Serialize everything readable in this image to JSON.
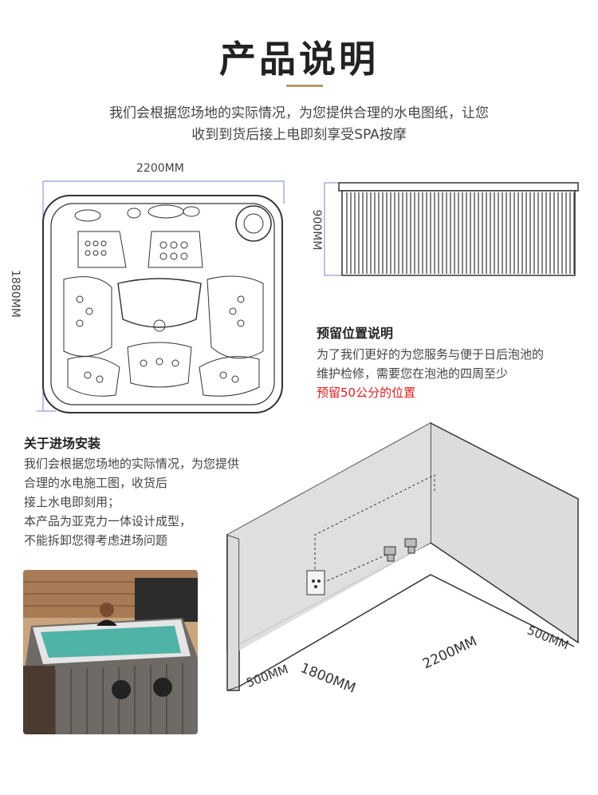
{
  "header": {
    "title": "产品说明",
    "intro_line1": "我们会根据您场地的实际情况，为您提供合理的水电图纸，让您",
    "intro_line2": "收到到货后接上电即刻享受SPA按摩"
  },
  "dimensions": {
    "width_label": "2200MM",
    "depth_label": "1880MM",
    "height_label": "900MM"
  },
  "reserve": {
    "title": "预留位置说明",
    "line1": "为了我们更好的为您服务与便于日后泡池的",
    "line2": "维护检修，需要您在泡池的四周至少",
    "highlight": "预留50公分的位置"
  },
  "install": {
    "title": "关于进场安装",
    "lines": [
      "我们会根据您场地的实际情况，为您提供",
      "合理的水电施工图，收货后",
      "接上水电即刻用；",
      "本产品为亚克力一体设计成型，",
      "不能拆卸您得考虑进场问题"
    ]
  },
  "room": {
    "label_left_gap": "500MM",
    "label_depth": "1800MM",
    "label_length": "2200MM",
    "label_right_gap": "500MM"
  },
  "colors": {
    "accent": "#b59b63",
    "highlight": "#d92020",
    "room_wall": "#dcdcdc"
  }
}
